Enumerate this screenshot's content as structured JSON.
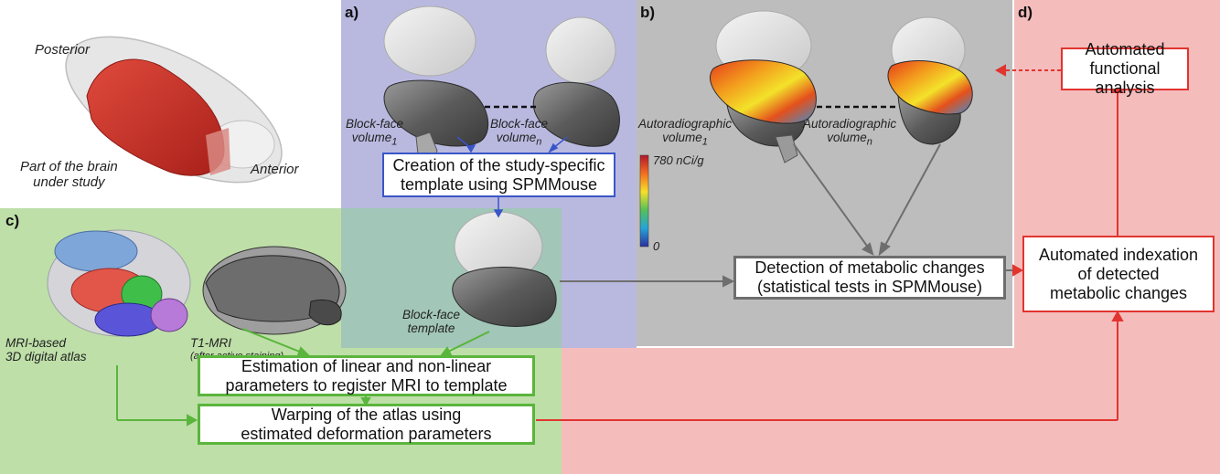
{
  "colors": {
    "panel_a_bg": "#b9b9e0",
    "panel_b_bg": "#bdbdbd",
    "panel_c_bg": "#bedfa8",
    "panel_d_bg": "#f5bcbc",
    "blue_arrow": "#3a55c8",
    "green_arrow": "#5ab53c",
    "gray_arrow": "#6e6e6e",
    "red_arrow": "#e2342f"
  },
  "panels": {
    "a": {
      "label": "a)"
    },
    "b": {
      "label": "b)"
    },
    "c": {
      "label": "c)"
    },
    "d": {
      "label": "d)"
    }
  },
  "overview": {
    "posterior": "Posterior",
    "anterior": "Anterior",
    "part_line1": "Part of the brain",
    "part_line2": "under study"
  },
  "labels": {
    "blockface1_main": "Block-face",
    "blockface1_sub1": "volume",
    "blockface1_sub2": "1",
    "blockfacen_main": "Block-face",
    "blockfacen_sub1": "volume",
    "blockfacen_sub2": "n",
    "autorad1_main": "Autoradiographic",
    "autorad1_sub1": "volume",
    "autorad1_sub2": "1",
    "autoradn_main": "Autoradiographic",
    "autoradn_sub1": "volume",
    "autoradn_sub2": "n",
    "template_line1": "Block-face",
    "template_line2": "template",
    "atlas_line1": "MRI-based",
    "atlas_line2": "3D digital atlas",
    "t1_line1": "T1-MRI",
    "t1_line2": "(after active staining)"
  },
  "colorbar": {
    "max_label": "780 nCi/g",
    "min_label": "0"
  },
  "boxes": {
    "creation": {
      "line1": "Creation of the study-specific",
      "line2": "template using SPMMouse"
    },
    "estimation": {
      "line1": "Estimation of linear and non-linear",
      "line2": "parameters to register MRI to template"
    },
    "warping": {
      "line1": "Warping of the atlas using",
      "line2": "estimated deformation parameters"
    },
    "detection": {
      "line1": "Detection of metabolic changes",
      "line2": "(statistical tests in SPMMouse)"
    },
    "functional": {
      "line1": "Automated",
      "line2": "functional analysis"
    },
    "indexation": {
      "line1": "Automated indexation",
      "line2": "of detected",
      "line3": "metabolic changes"
    }
  }
}
